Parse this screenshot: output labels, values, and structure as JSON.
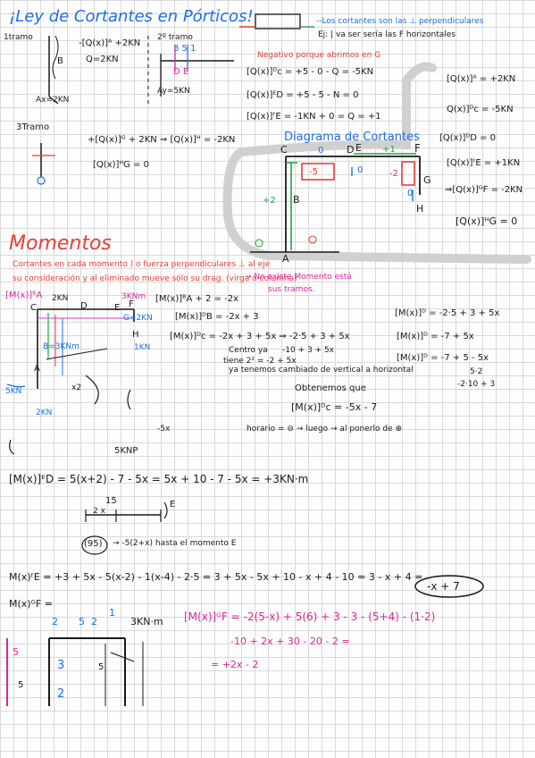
{
  "title": "¡Ley de Cortantes en Pórticos!",
  "note_top": "--Los cortantes son las ⊥ perpendiculares",
  "note_top_ej": "Ej: | va ser sería las F horizontales",
  "tramo1_label": "1tramo",
  "tramo1_q": "-[Q(x)]ᴬ +2KN",
  "tramo1_q2": "Q=2KN",
  "tramo1_b": "B",
  "tramo1_ax": "Ax=2KN",
  "tramo2_label": "2º tramo",
  "tramo2_nums": "3  5  1",
  "tramo2_de": "D  E",
  "tramo2_ay": "Ay=5KN",
  "negativo_note": "Negativo porque abrimos en G",
  "eq_qc": "[Q(x)]ᴰc = +5 - 0 - Q = -5KN",
  "eq_qe": "[Q(x)]ᴱD = +5 - 5 - N = 0",
  "eq_qf": "[Q(x)]ᶠE = -1KN + 0 = Q = +1",
  "tramo3_label": "3Tramo",
  "tramo3_eq1": "+[Q(x)]ᴳ + 2KN ⇒ [Q(x)]ᴴ = -2KN",
  "tramo3_eq2": "[Q(x)]ᴴG = 0",
  "diag_title": "Diagrama de Cortantes",
  "diag_labels": {
    "c": "C",
    "d": "D",
    "e": "E",
    "f": "F",
    "g": "G",
    "h": "H",
    "b": "B",
    "a": "A"
  },
  "diag_values": {
    "m5": "-5",
    "p1": "+1",
    "p2": "+2",
    "m2": "-2",
    "z1": "0",
    "z2": "0",
    "z3": "0"
  },
  "right_col": [
    "[Q(x)]ᴬ = +2KN",
    "Q(x)]ᴰc = -5KN",
    "[Q(x)]ᴰD = 0",
    "[Q(x)]ᶠE = +1KN",
    "⇒[Q(x)]ᴳF = -2KN",
    "[Q(x)]ᴴG = 0"
  ],
  "momentos_title": "Momentos",
  "momentos_note1": "Cortantes en cada momento ) o fuerza perpendiculares ⊥ al eje",
  "momentos_note2": "su consideración y al eliminado mueve sólo su drag. (virga o columna)",
  "momentos_note3": "→ No existe Momento está",
  "momentos_note4": "sus tramos.",
  "m_label_left": "[M(x)]ᴮA",
  "m_eq1": "[M(x)]ᴮA + 2 = -2x",
  "m_eq2": "[M(x)]ᴰB = -2x + 3",
  "m_eq3": "[M(x)]ᴰc = -2x + 3 + 5x ⇒ -2·5 + 3 + 5x",
  "m_eq3b": "-10 + 3 + 5x",
  "m_eq3c": "Centro ya",
  "m_eq3d": "tiene 2²   = -2 + 5x",
  "m_note_vert": "ya tenemos cambiado de vertical a horizontal",
  "m_frame_labels": {
    "a": "A",
    "b": "B=3KNm",
    "c": "C",
    "d": "D",
    "e": "E",
    "f": "F",
    "g": "G=2KN",
    "h": "H",
    "five": "5KN",
    "twokn": "2KN",
    "onekn": "1KN",
    "three": "3KNm",
    "x2": "x2",
    "k2": "2KN"
  },
  "right_m": [
    "[M(x)]ᴰ = -2·5 + 3 + 5x",
    "[M(x)]ᴰ = -7 + 5x",
    "[M(x)]ᴰ = -7 + 5 - 5x",
    "5·2",
    "-2·10 + 3"
  ],
  "obtenemos": "Obtenemos que",
  "obtenemos_eq": "[M(x)]ᴰc = -5x - 7",
  "horario_note": "horario = ⊖ → luego → al ponerlo de ⊕",
  "five_b": "-5x",
  "five_knp": "5KNP",
  "eq_big1": "[M(x)]ᴱD = 5(x+2) - 7 - 5x = 5x + 10 - 7 - 5x = +3KN·m",
  "sub_15": "15",
  "sub_2x": "2      x",
  "sub_e": "E",
  "sub_95": "(95)",
  "sub_note": "→ -5(2+x) hasta el momento E",
  "eq_big2": "M(x)ᶠE = +3 + 5x - 5(x-2) - 1(x-4) - 2·5 = 3 + 5x - 5x + 10 - x + 4 - 10 = 3 - x + 4 =",
  "eq_big2_result": "-x + 7",
  "eq_mg": "M(x)ᴳF =",
  "pink_eq1": "[M(x)]ᴳF = -2(5-x) + 5(6) + 3 - 3 - (5+4) - (1·2)",
  "pink_eq2": "-10 + 2x + 30 - 20 - 2 =",
  "pink_eq3": "= +2x - 2",
  "frame2_labels": {
    "two_a": "2",
    "five": "5",
    "two_b": "2",
    "one": "1",
    "three_kn": "3KN·m",
    "three": "3",
    "five_l": "5",
    "two_c": "2",
    "five_r": "5",
    "s5": "5"
  }
}
